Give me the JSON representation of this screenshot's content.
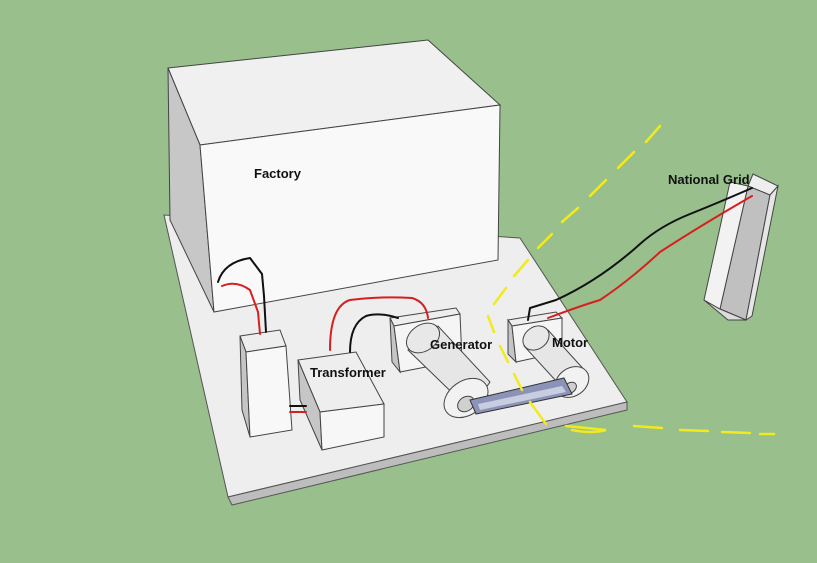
{
  "labels": {
    "factory": "Factory",
    "national_grid": "National Grid",
    "generator": "Generator",
    "motor": "Motor",
    "transformer": "Transformer"
  },
  "colors": {
    "background": "#98bf8c",
    "base_top": "#efefef",
    "box_front": "#f4f4f4",
    "box_side": "#c8c8c8",
    "wire_black": "#111111",
    "wire_red": "#d62020",
    "boundary_yellow": "#f2ea1e",
    "belt": "#8c93b8"
  }
}
